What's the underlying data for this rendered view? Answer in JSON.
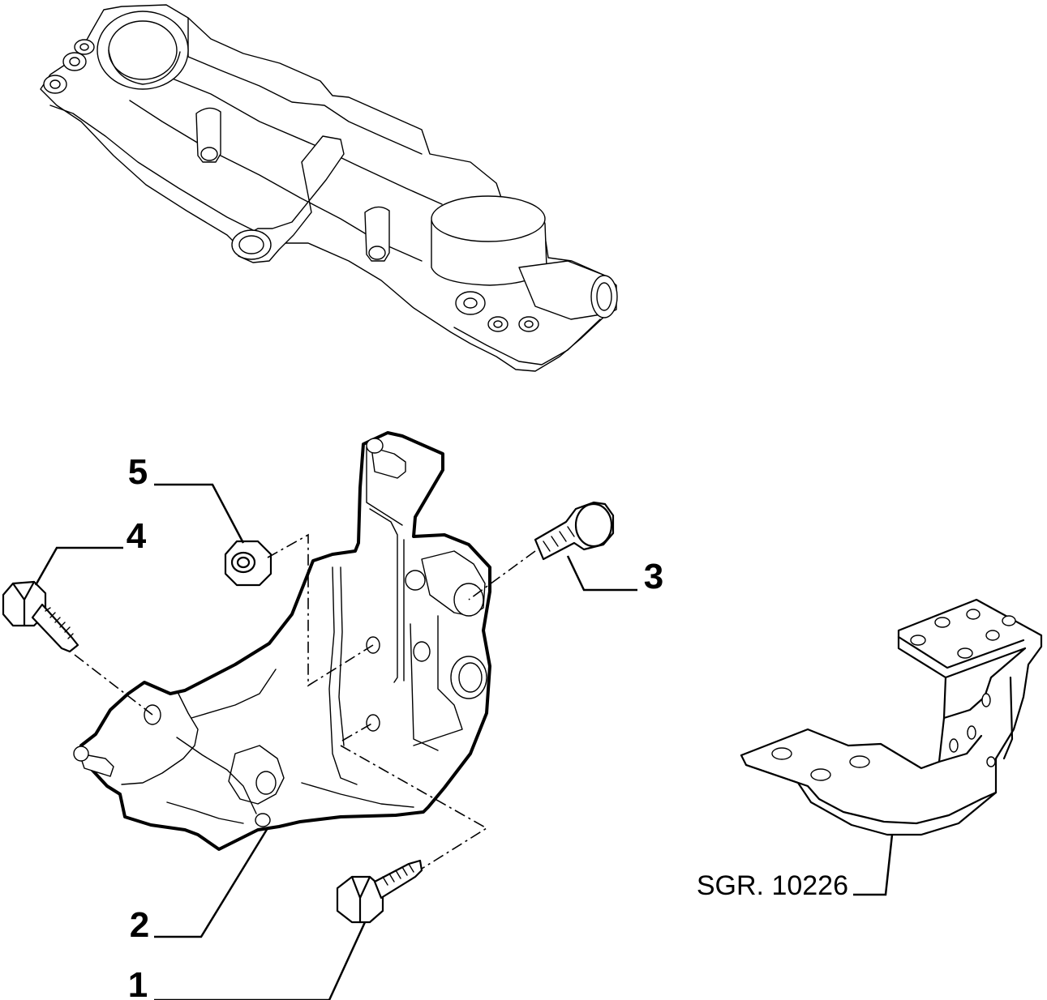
{
  "callouts": {
    "c1": "1",
    "c2": "2",
    "c3": "3",
    "c4": "4",
    "c5": "5"
  },
  "reference": "SGR. 10226"
}
